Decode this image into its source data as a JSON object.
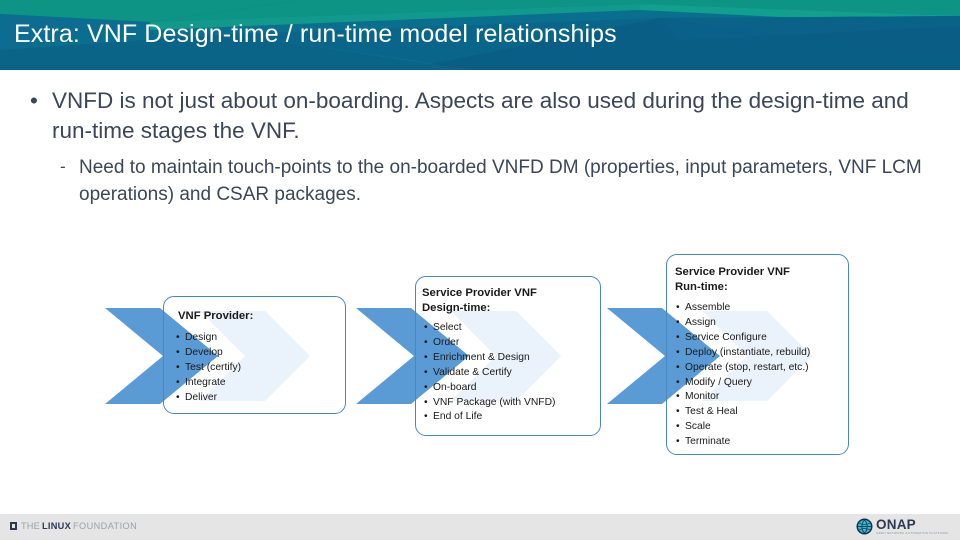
{
  "header": {
    "title": "Extra: VNF Design-time / run-time model relationships",
    "colors": {
      "teal_base": "#0a6f8f",
      "green_accent": "#0d9485",
      "dark_blue": "#0a5e86",
      "mid_blue": "#0c6c92"
    }
  },
  "body": {
    "bullets": [
      {
        "marker": "•",
        "text": "VNFD is not just about on-boarding. Aspects are also used during the design-time and run-time stages the VNF."
      },
      {
        "marker": "-",
        "text": "Need to maintain touch-points to the on-boarded VNFD DM (properties, input parameters, VNF LCM operations) and CSAR packages."
      }
    ]
  },
  "diagram": {
    "chevron_color": "#5b9bd5",
    "inner_chevron_color": "#eaf2fb",
    "box_border_color": "#4a87bd",
    "stages": [
      {
        "id": "stage-1",
        "title": "VNF Provider:",
        "items": [
          "Design",
          "Develop",
          "Test (certify)",
          "Integrate",
          "Deliver"
        ]
      },
      {
        "id": "stage-2",
        "title": "Service Provider VNF\nDesign-time:",
        "items": [
          "Select",
          "Order",
          "Enrichment & Design",
          "Validate & Certify",
          "On-board",
          "VNF Package (with VNFD)",
          "End of Life"
        ]
      },
      {
        "id": "stage-3",
        "title": "Service Provider VNF\nRun-time:",
        "items": [
          "Assemble",
          "Assign",
          "Service Configure",
          "Deploy (instantiate, rebuild)",
          "Operate (stop, restart, etc.)",
          "Modify / Query",
          "Monitor",
          "Test & Heal",
          "Scale",
          "Terminate"
        ]
      }
    ]
  },
  "footer": {
    "linux_foundation": {
      "the": "THE",
      "linux": "LINUX",
      "foundation": "FOUNDATION"
    },
    "onap": {
      "name": "ONAP",
      "tagline": "OPEN NETWORK AUTOMATION PLATFORM"
    }
  }
}
